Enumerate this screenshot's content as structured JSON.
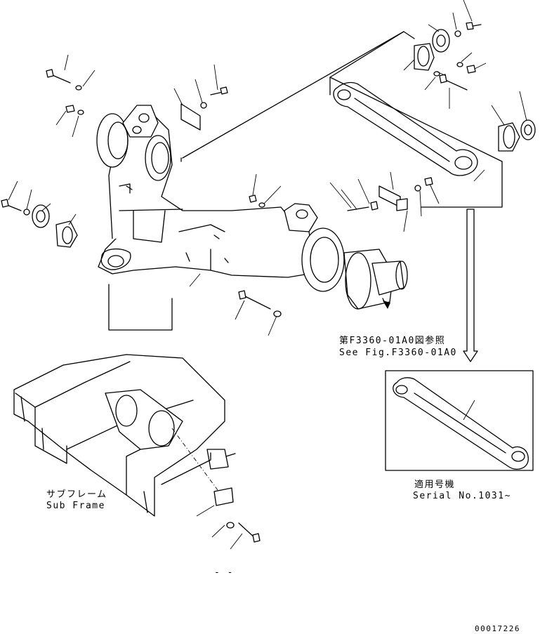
{
  "references": {
    "see_fig_jp": "第F3360-01A0図参照",
    "see_fig_en": "See Fig.F3360-01A0"
  },
  "subframe": {
    "label_jp": "サブフレーム",
    "label_en": "Sub Frame"
  },
  "applicability": {
    "label_jp": "適用号機",
    "label_en": "Serial No.1031~"
  },
  "drawing_number": "00017226",
  "marker": "- -"
}
